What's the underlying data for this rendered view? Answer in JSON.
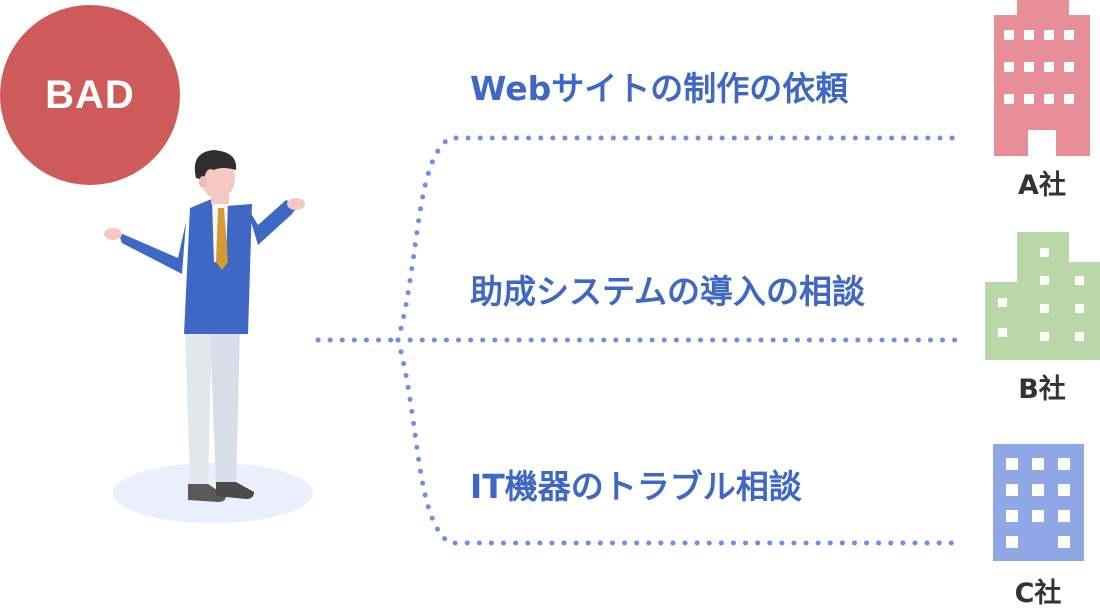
{
  "badge": {
    "text": "BAD"
  },
  "routes": [
    {
      "label": "Webサイトの制作の依頼",
      "company": "A社",
      "color": "#e88e98"
    },
    {
      "label": "助成システムの導入の相談",
      "company": "B社",
      "color": "#b9d7a8"
    },
    {
      "label": "IT機器のトラブル相談",
      "company": "C社",
      "color": "#8fa7e4"
    }
  ]
}
